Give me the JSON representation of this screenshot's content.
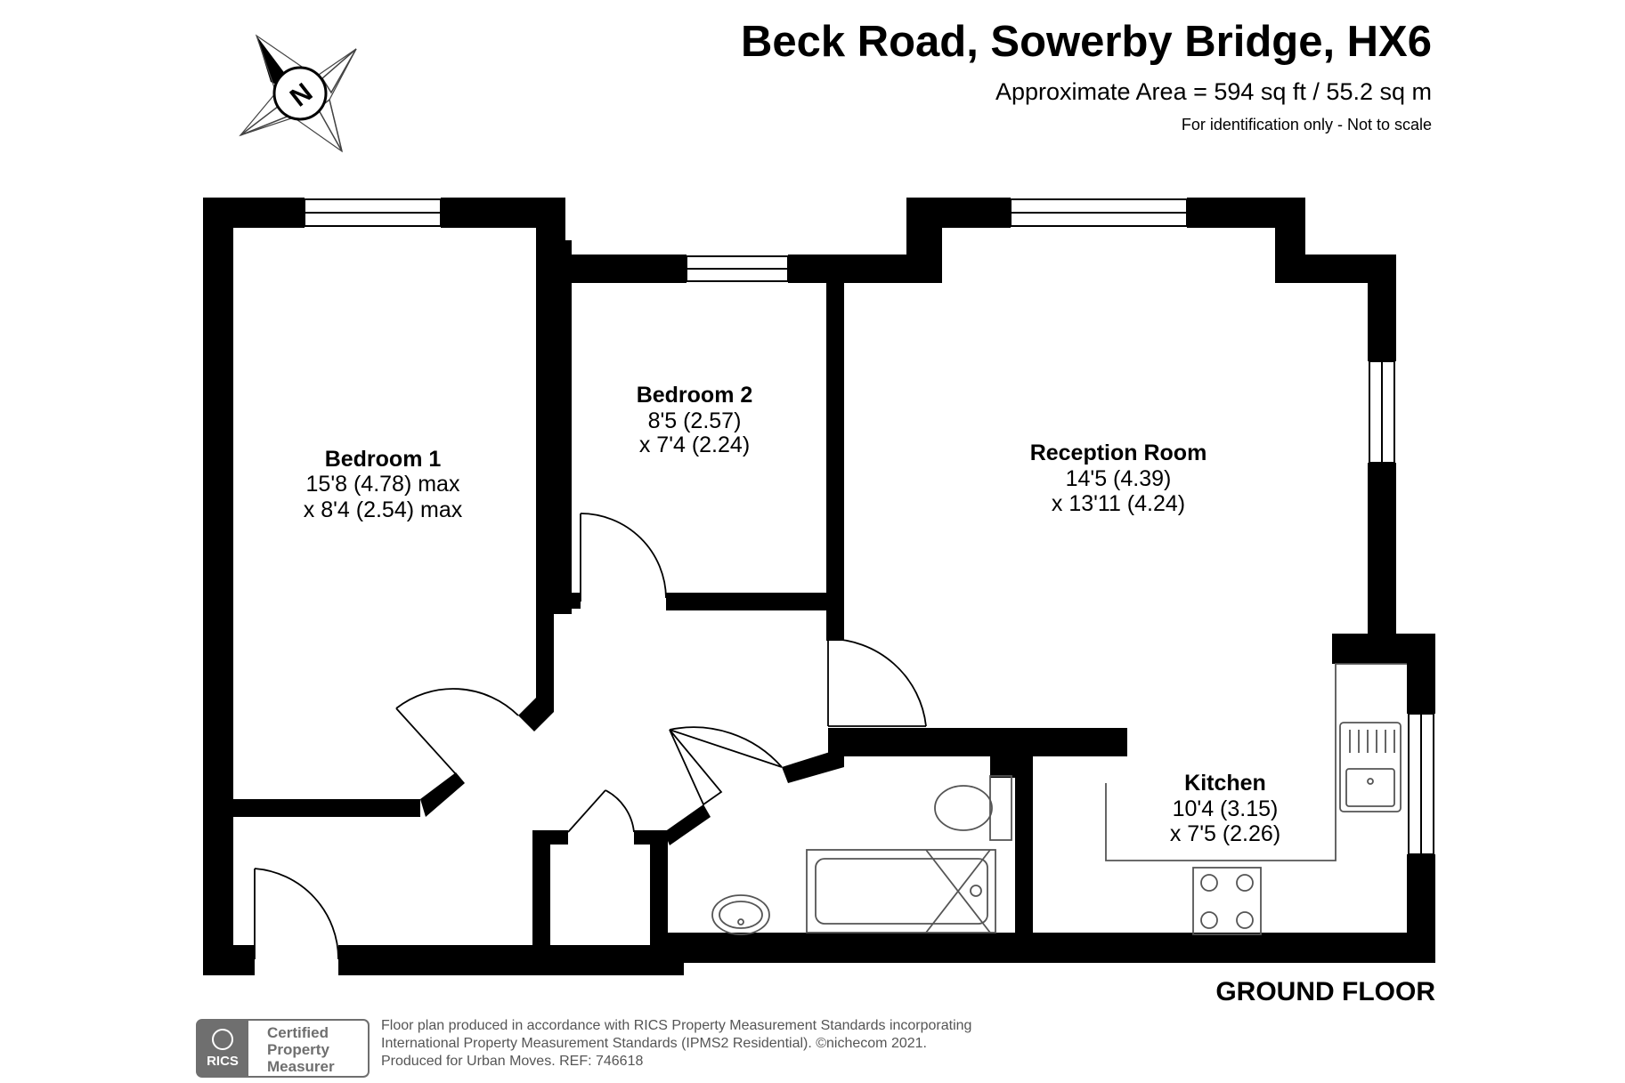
{
  "header": {
    "title": "Beck Road, Sowerby Bridge, HX6",
    "area": "Approximate Area = 594 sq ft / 55.2 sq m",
    "note": "For identification only - Not to scale"
  },
  "compass": {
    "letter": "N",
    "icon": "compass-rose-icon"
  },
  "rooms": [
    {
      "name": "Bedroom 1",
      "dim1": "15'8 (4.78) max",
      "dim2": "x 8'4 (2.54) max"
    },
    {
      "name": "Bedroom 2",
      "dim1": "8'5 (2.57)",
      "dim2": "x 7'4 (2.24)"
    },
    {
      "name": "Reception Room",
      "dim1": "14'5 (4.39)",
      "dim2": "x 13'11 (4.24)"
    },
    {
      "name": "Kitchen",
      "dim1": "10'4 (3.15)",
      "dim2": "x 7'5 (2.26)"
    }
  ],
  "floor_label": "GROUND FLOOR",
  "footer": {
    "line1": "Floor plan produced in accordance with RICS Property Measurement Standards incorporating",
    "line2": "International Property Measurement Standards (IPMS2 Residential).   ©nichecom 2021.",
    "line3": "Produced for Urban Moves.   REF:  746618",
    "badge": {
      "rics": "RICS",
      "l1": "Certified",
      "l2": "Property",
      "l3": "Measurer"
    }
  },
  "colors": {
    "wall": "#000000",
    "fixture": "#555555",
    "footer_text": "#555555",
    "badge": "#6f6f6f"
  }
}
